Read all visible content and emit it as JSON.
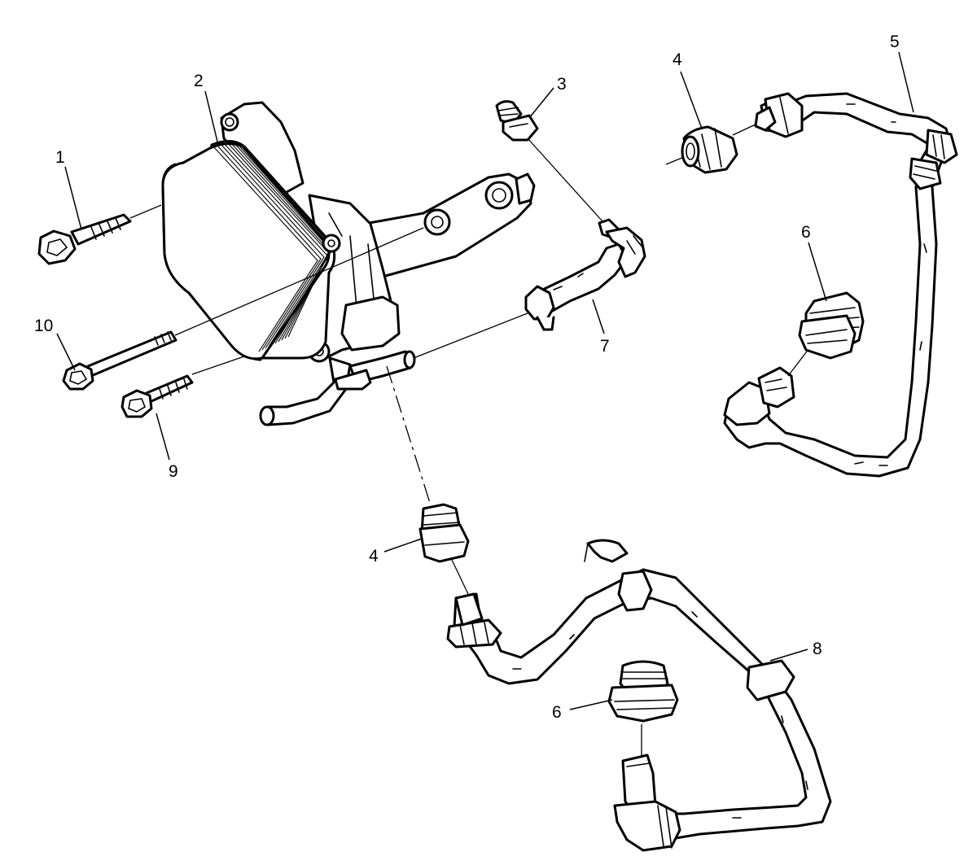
{
  "callouts": {
    "c1": "1",
    "c2": "2",
    "c3": "3",
    "c4a": "4",
    "c4b": "4",
    "c5": "5",
    "c6a": "6",
    "c6b": "6",
    "c7": "7",
    "c8": "8",
    "c9": "9",
    "c10": "10"
  },
  "colors": {
    "line": "#000000",
    "fill": "#ffffff"
  }
}
